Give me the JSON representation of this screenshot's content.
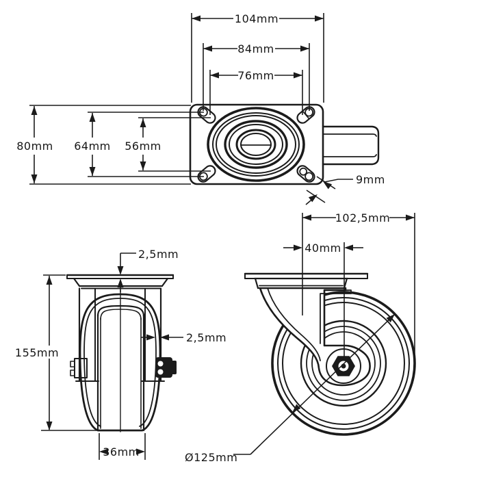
{
  "drawing": {
    "background": "#ffffff",
    "line_color": "#1b1b1b",
    "top_view": {
      "plate_width": "104mm",
      "hole_spacing_outer": "84mm",
      "hole_spacing_inner": "76mm",
      "plate_depth": "80mm",
      "hole_spacing_vert_outer": "64mm",
      "hole_spacing_vert_inner": "56mm",
      "slot_width": "9mm"
    },
    "front_view": {
      "plate_thickness": "2,5mm",
      "tread_thickness": "2,5mm",
      "overall_height": "155mm",
      "wheel_width": "36mm"
    },
    "side_view": {
      "swivel_radius": "102,5mm",
      "swivel_offset": "40mm",
      "wheel_diameter": "Ø125mm"
    }
  }
}
